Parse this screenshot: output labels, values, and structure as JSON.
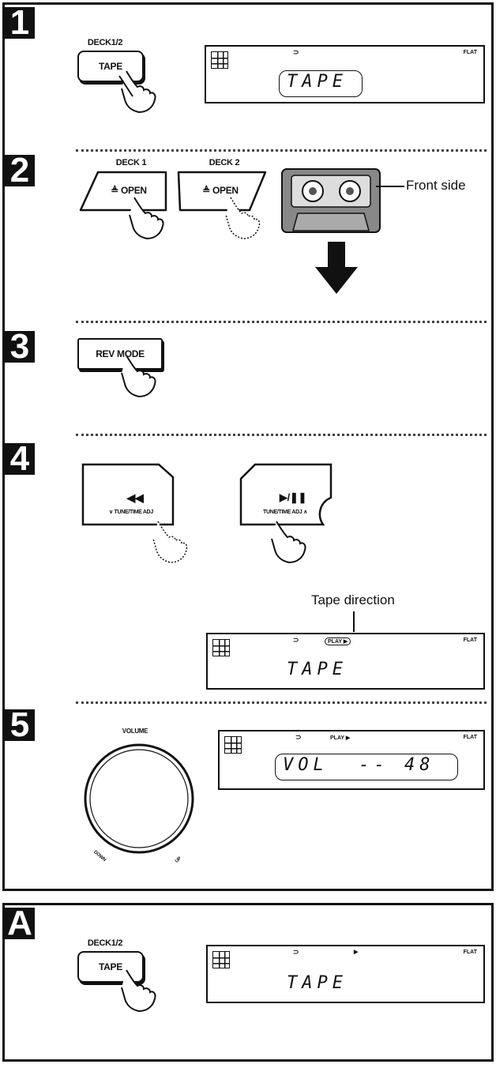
{
  "steps": {
    "s1": {
      "num": "1",
      "btn_top": "DECK1/2",
      "btn": "TAPE",
      "display_text": "TAPE",
      "display_flat": "FLAT",
      "display_rev": "⊃"
    },
    "s2": {
      "num": "2",
      "deck1_label": "DECK 1",
      "deck2_label": "DECK 2",
      "deck1_btn": "≜ OPEN",
      "deck2_btn": "≜ OPEN",
      "front_side": "Front side"
    },
    "s3": {
      "num": "3",
      "btn": "REV MODE"
    },
    "s4": {
      "num": "4",
      "rew_btn": "◀◀",
      "rew_sub": "∨ TUNE/TIME ADJ",
      "play_btn": "▶/❚❚",
      "play_sub": "TUNE/TIME ADJ ∧",
      "tape_direction": "Tape direction",
      "display_text": "TAPE",
      "display_play": "PLAY ▶",
      "display_flat": "FLAT",
      "display_rev": "⊃"
    },
    "s5": {
      "num": "5",
      "volume_label": "VOLUME",
      "down_label": "DOWN",
      "up_label": "UP",
      "display_text": "VOL  -- 48",
      "display_play": "PLAY ▶",
      "display_flat": "FLAT",
      "display_rev": "⊃"
    }
  },
  "appendix": {
    "num": "A",
    "btn_top": "DECK1/2",
    "btn": "TAPE",
    "display_text": "TAPE",
    "display_flat": "FLAT",
    "display_rev": "⊃",
    "display_play": "▶"
  }
}
